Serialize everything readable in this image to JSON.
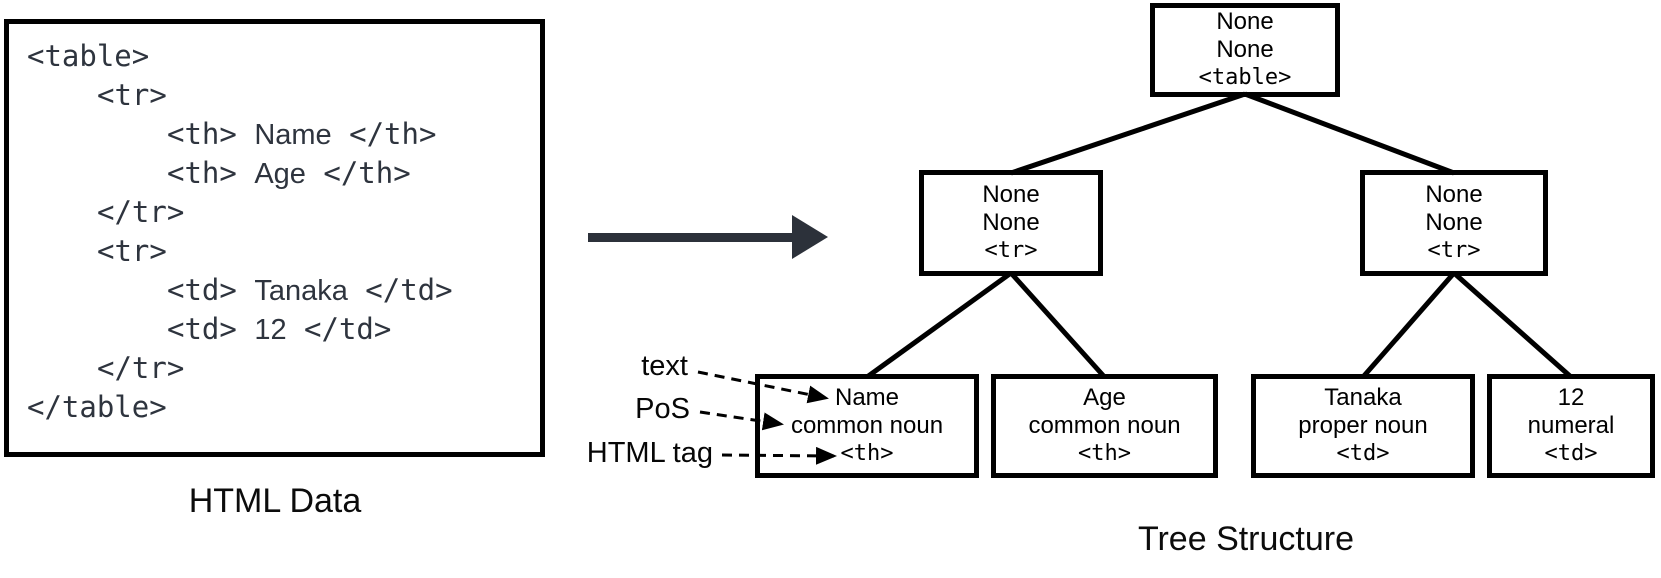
{
  "colors": {
    "ink": "#000000",
    "code_ink": "#2e343e",
    "transform_arrow": "#2c313a"
  },
  "html_panel": {
    "label": "HTML Data",
    "code": [
      {
        "indent": 0,
        "segments": [
          {
            "kind": "tag",
            "text": "<table>"
          }
        ]
      },
      {
        "indent": 1,
        "segments": [
          {
            "kind": "tag",
            "text": "<tr>"
          }
        ]
      },
      {
        "indent": 2,
        "segments": [
          {
            "kind": "tag",
            "text": "<th>"
          },
          {
            "kind": "word",
            "text": "Name"
          },
          {
            "kind": "tag",
            "text": "</th>"
          }
        ]
      },
      {
        "indent": 2,
        "segments": [
          {
            "kind": "tag",
            "text": "<th>"
          },
          {
            "kind": "word",
            "text": "Age"
          },
          {
            "kind": "tag",
            "text": "</th>"
          }
        ]
      },
      {
        "indent": 1,
        "segments": [
          {
            "kind": "tag",
            "text": "</tr>"
          }
        ]
      },
      {
        "indent": 1,
        "segments": [
          {
            "kind": "tag",
            "text": "<tr>"
          }
        ]
      },
      {
        "indent": 2,
        "segments": [
          {
            "kind": "tag",
            "text": "<td>"
          },
          {
            "kind": "word",
            "text": "Tanaka"
          },
          {
            "kind": "tag",
            "text": "</td>"
          }
        ]
      },
      {
        "indent": 2,
        "segments": [
          {
            "kind": "tag",
            "text": "<td>"
          },
          {
            "kind": "word",
            "text": "12"
          },
          {
            "kind": "tag",
            "text": "</td>"
          }
        ]
      },
      {
        "indent": 1,
        "segments": [
          {
            "kind": "tag",
            "text": "</tr>"
          }
        ]
      },
      {
        "indent": 0,
        "segments": [
          {
            "kind": "tag",
            "text": "</table>"
          }
        ]
      }
    ]
  },
  "tree_panel": {
    "label": "Tree Structure",
    "nodes": [
      {
        "id": "root",
        "text": "None",
        "pos": "None",
        "tag": "<table>"
      },
      {
        "id": "tr-left",
        "text": "None",
        "pos": "None",
        "tag": "<tr>"
      },
      {
        "id": "tr-right",
        "text": "None",
        "pos": "None",
        "tag": "<tr>"
      },
      {
        "id": "th-name",
        "text": "Name",
        "pos": "common noun",
        "tag": "<th>"
      },
      {
        "id": "th-age",
        "text": "Age",
        "pos": "common noun",
        "tag": "<th>"
      },
      {
        "id": "td-tanaka",
        "text": "Tanaka",
        "pos": "proper noun",
        "tag": "<td>"
      },
      {
        "id": "td-12",
        "text": "12",
        "pos": "numeral",
        "tag": "<td>"
      }
    ],
    "edges": [
      [
        "root",
        "tr-left"
      ],
      [
        "root",
        "tr-right"
      ],
      [
        "tr-left",
        "th-name"
      ],
      [
        "tr-left",
        "th-age"
      ],
      [
        "tr-right",
        "td-tanaka"
      ],
      [
        "tr-right",
        "td-12"
      ]
    ],
    "annotations": [
      {
        "label": "text",
        "target_field": "text"
      },
      {
        "label": "PoS",
        "target_field": "pos"
      },
      {
        "label": "HTML tag",
        "target_field": "tag"
      }
    ]
  }
}
